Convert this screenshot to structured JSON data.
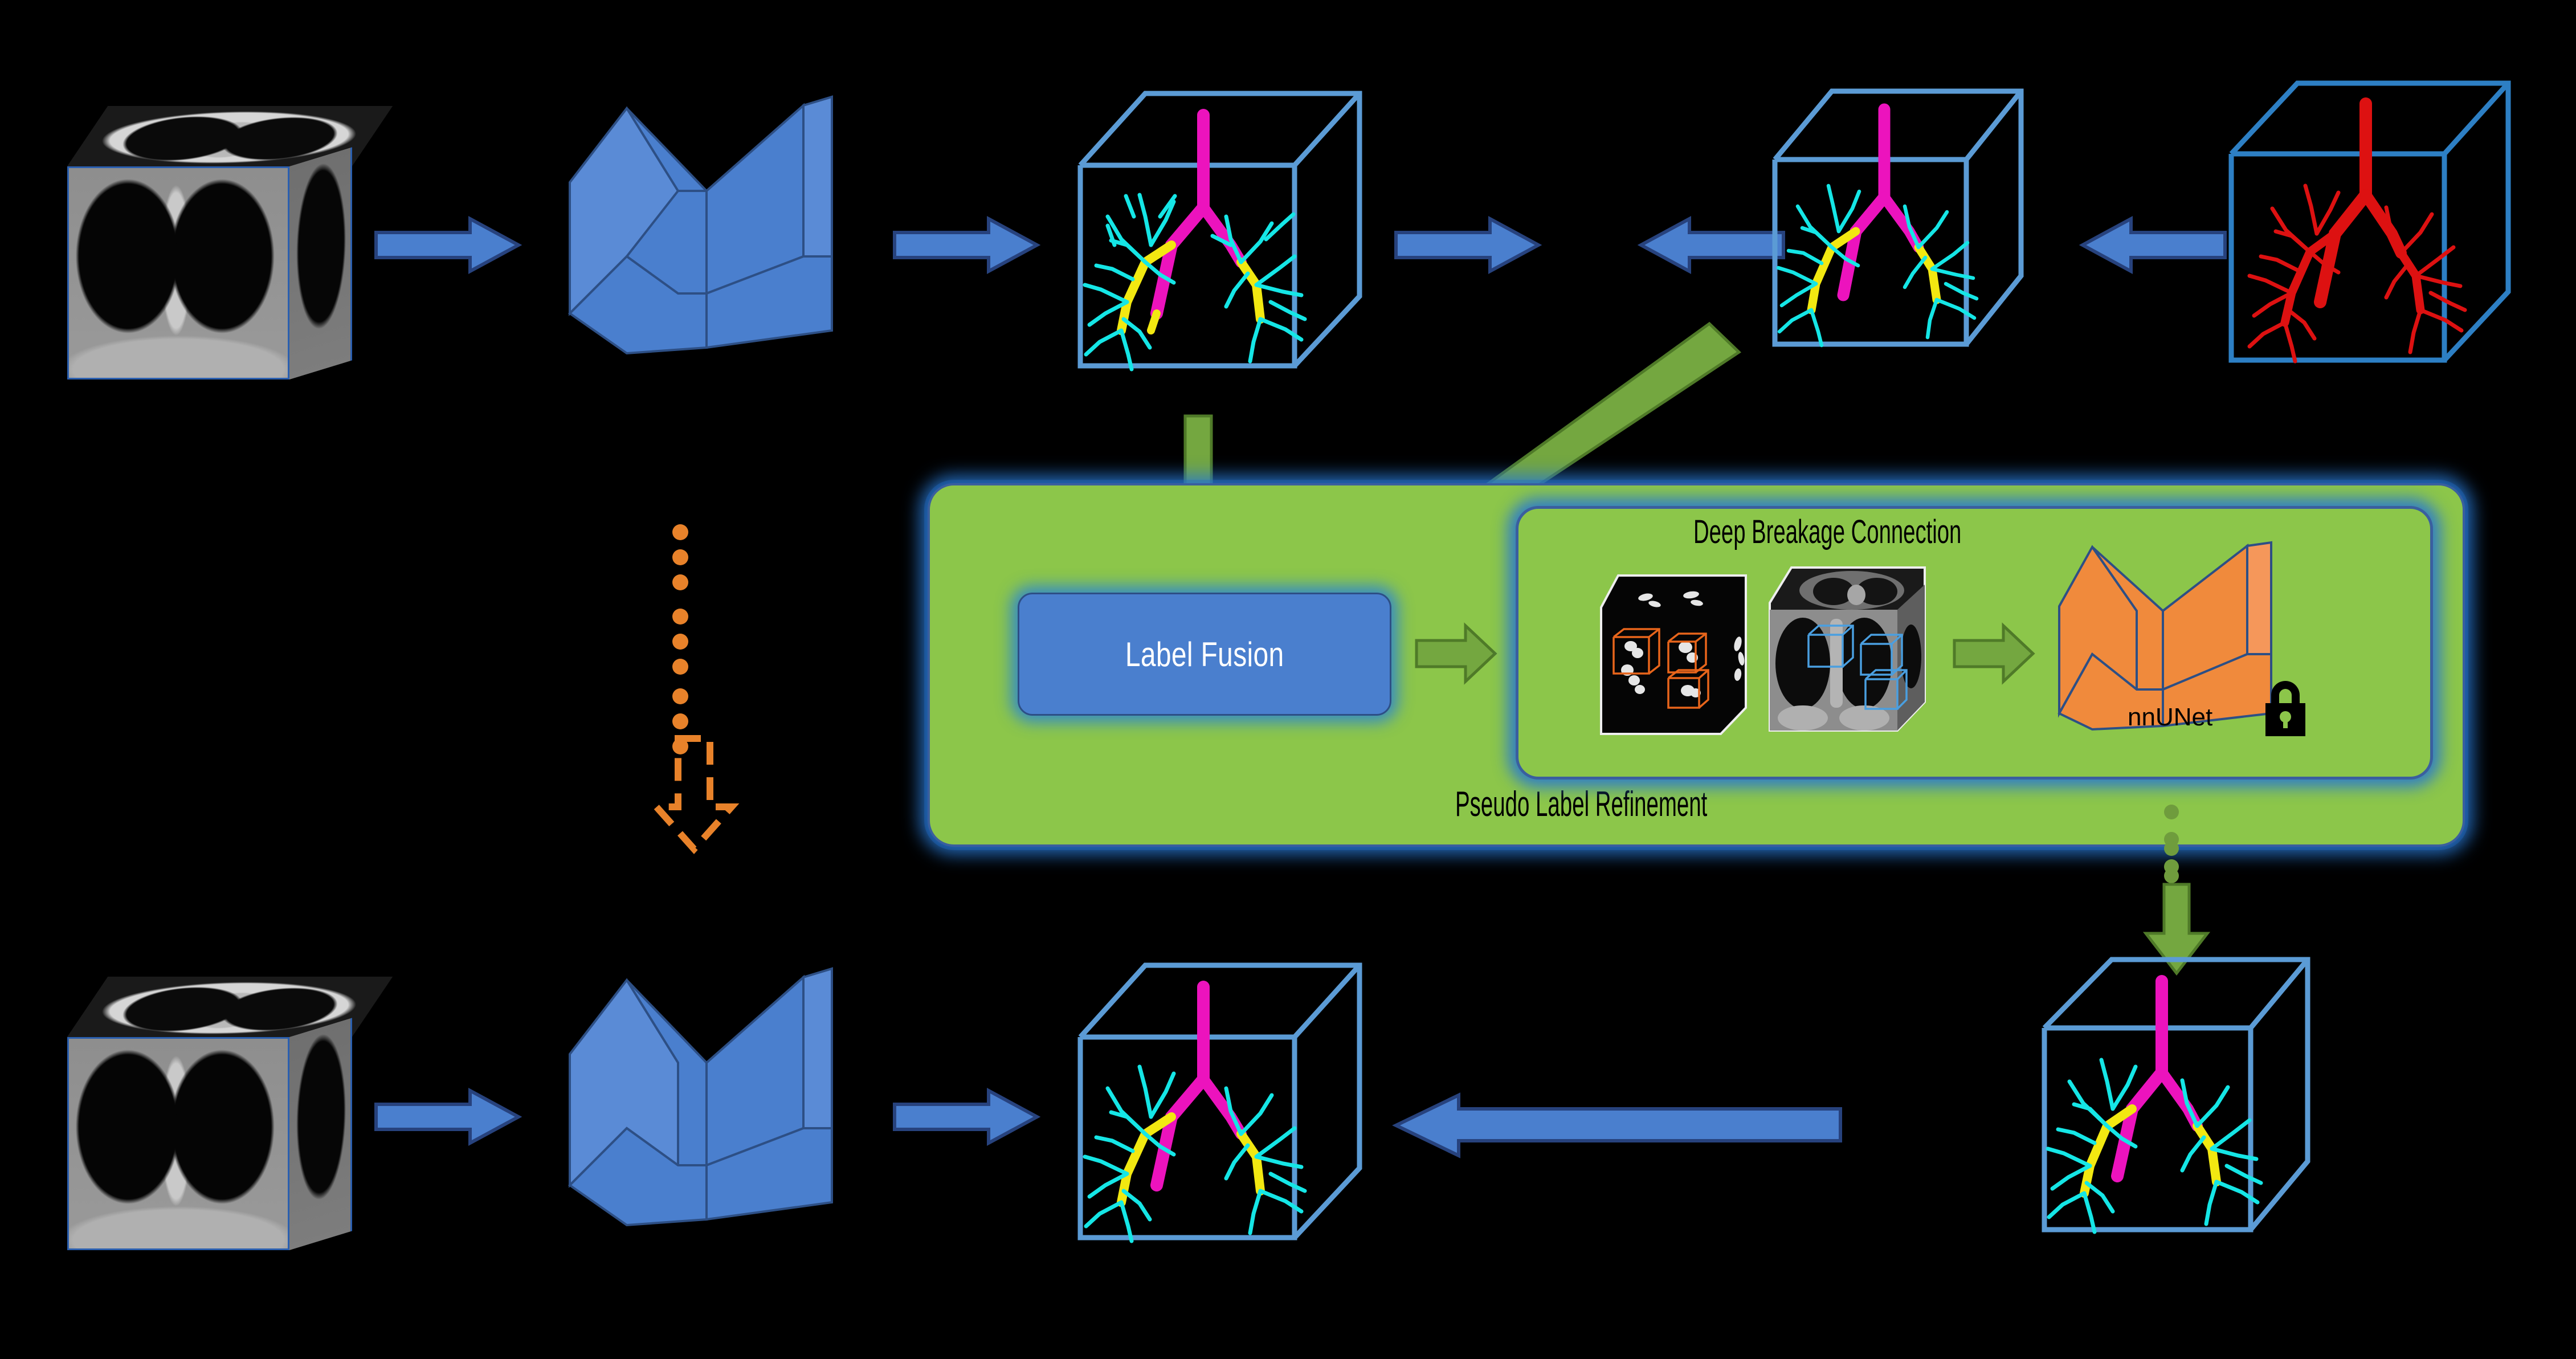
{
  "figure": {
    "background_color": "#000000",
    "title": "",
    "domain": "pipeline-diagram"
  },
  "palette": {
    "arrow_blue_fill": "#4a7fce",
    "arrow_blue_stroke": "#27427d",
    "arrow_green_fill": "#74a740",
    "arrow_green_stroke": "#4f7a28",
    "arrow_orange": "#e8822a",
    "panel_green": "#8cc64a",
    "panel_border_blue": "#3a5f9e",
    "glow_blue": "#1f7ad6",
    "unet_blue": "#4a7fce",
    "unet_blue_stroke": "#2d4f85",
    "nnunet_orange": "#f08a3c",
    "nnunet_orange_stroke": "#2d4f85",
    "cube_wire_blue": "#5b9bd5",
    "airway_trachea": "#ec13bd",
    "airway_lobar": "#f2e811",
    "airway_distal": "#15e6e6",
    "airway_gt_red": "#dd1111",
    "detection_box_orange": "#e8651b",
    "detection_box_blue": "#4a9fe0",
    "lock_black": "#000000",
    "label_white": "#ffffff",
    "label_black": "#000000"
  },
  "panels": {
    "pseudo_label_refinement": {
      "title": "Pseudo Label Refinement",
      "deep_breakage_connection": {
        "title": "Deep Breakage Connection",
        "network_label": "nnUNet",
        "network_locked": true,
        "lock_icon": "lock-closed-icon",
        "breakage_map_icon": "breakage-heatmap-cube",
        "ct_patch_icon": "ct-volume-cube-with-boxes"
      },
      "label_fusion": {
        "title": "Label Fusion"
      }
    }
  },
  "nodes": {
    "top_row": [
      {
        "id": "ct-input-top",
        "name": "ct-volume-cube",
        "kind": "ct-cube"
      },
      {
        "id": "unet-top",
        "name": "unet-model",
        "kind": "unet"
      },
      {
        "id": "pred-top",
        "name": "predicted-airway-tree",
        "kind": "airway-tree"
      },
      {
        "id": "pseudo-label",
        "name": "pseudo-label-tree",
        "kind": "airway-tree"
      },
      {
        "id": "gt-label",
        "name": "ground-truth-airway-tree",
        "kind": "airway-tree-red"
      }
    ],
    "bottom_row": [
      {
        "id": "ct-input-bottom",
        "name": "ct-volume-cube",
        "kind": "ct-cube"
      },
      {
        "id": "unet-bottom",
        "name": "unet-model",
        "kind": "unet"
      },
      {
        "id": "pred-bottom",
        "name": "refined-airway-tree",
        "kind": "airway-tree"
      },
      {
        "id": "refined-label",
        "name": "refined-pseudo-label-tree",
        "kind": "airway-tree"
      }
    ]
  },
  "connectors": [
    {
      "name": "arrow-ct-to-unet-top",
      "style": "solid-blue",
      "direction": "right"
    },
    {
      "name": "arrow-unet-to-pred-top",
      "style": "solid-blue",
      "direction": "right"
    },
    {
      "name": "arrow-pred-to-pseudo-top",
      "style": "solid-blue",
      "direction": "right"
    },
    {
      "name": "arrow-gt-to-pseudo-top",
      "style": "solid-blue",
      "direction": "left"
    },
    {
      "name": "arrow-pred-down-to-fusion",
      "style": "solid-green",
      "direction": "down"
    },
    {
      "name": "arrow-pseudo-diag-to-fusion",
      "style": "solid-green",
      "direction": "down-left"
    },
    {
      "name": "arrow-fusion-to-dbc",
      "style": "solid-green",
      "direction": "right"
    },
    {
      "name": "arrow-patches-to-nnunet",
      "style": "solid-green",
      "direction": "right"
    },
    {
      "name": "arrow-dbc-down-to-refined",
      "style": "dotted-green",
      "direction": "down"
    },
    {
      "name": "arrow-iteration-loop",
      "style": "dotted-orange",
      "direction": "down"
    },
    {
      "name": "arrow-ct-to-unet-bottom",
      "style": "solid-blue",
      "direction": "right"
    },
    {
      "name": "arrow-unet-to-pred-bottom",
      "style": "solid-blue",
      "direction": "right"
    },
    {
      "name": "arrow-refined-to-pred-bottom",
      "style": "solid-blue",
      "direction": "left"
    }
  ],
  "legend_colors": {
    "trachea_main_bronchi": "#ec13bd",
    "lobar_bronchi": "#f2e811",
    "distal_branches": "#15e6e6",
    "ground_truth": "#dd1111"
  }
}
